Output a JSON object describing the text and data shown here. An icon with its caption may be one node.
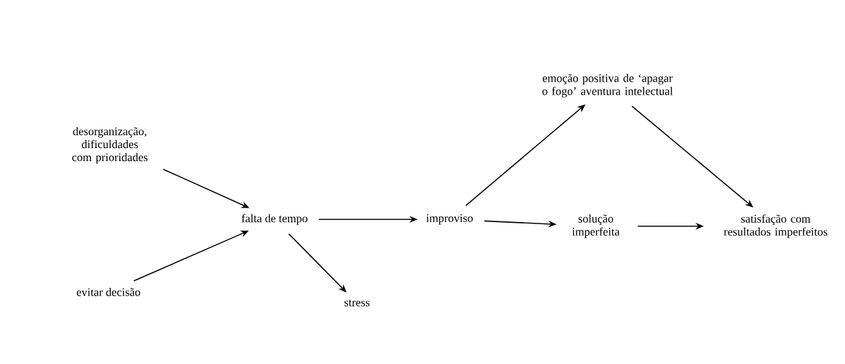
{
  "diagram": {
    "nodes": [
      {
        "text": [
          "desorganização, dificuldades com prioridades"
        ]
      },
      {
        "text": [
          "evitar decisão"
        ]
      },
      {
        "text": [
          "falta de tempo"
        ]
      },
      {
        "text": [
          "stress"
        ]
      },
      {
        "text": [
          "improviso"
        ]
      },
      {
        "text": [
          "emoção positiva de ‘apagar o fogo’ aventura intelectual"
        ]
      },
      {
        "text": [
          "solução imperfeita"
        ]
      },
      {
        "text": [
          "satisfação com resultados imperfeitos"
        ]
      }
    ],
    "edges": [
      {
        "from": 0,
        "to": 2,
        "arrow": "to"
      },
      {
        "from": 1,
        "to": 2,
        "arrow": "to"
      },
      {
        "from": 2,
        "to": 4,
        "arrow": "to"
      },
      {
        "from": 2,
        "to": 3,
        "arrow": "to"
      },
      {
        "from": 4,
        "to": 5,
        "arrow": "to"
      },
      {
        "from": 4,
        "to": 6,
        "arrow": "to"
      },
      {
        "from": 5,
        "to": 7,
        "arrow": "to"
      },
      {
        "from": 6,
        "to": 7,
        "arrow": "to"
      }
    ]
  }
}
